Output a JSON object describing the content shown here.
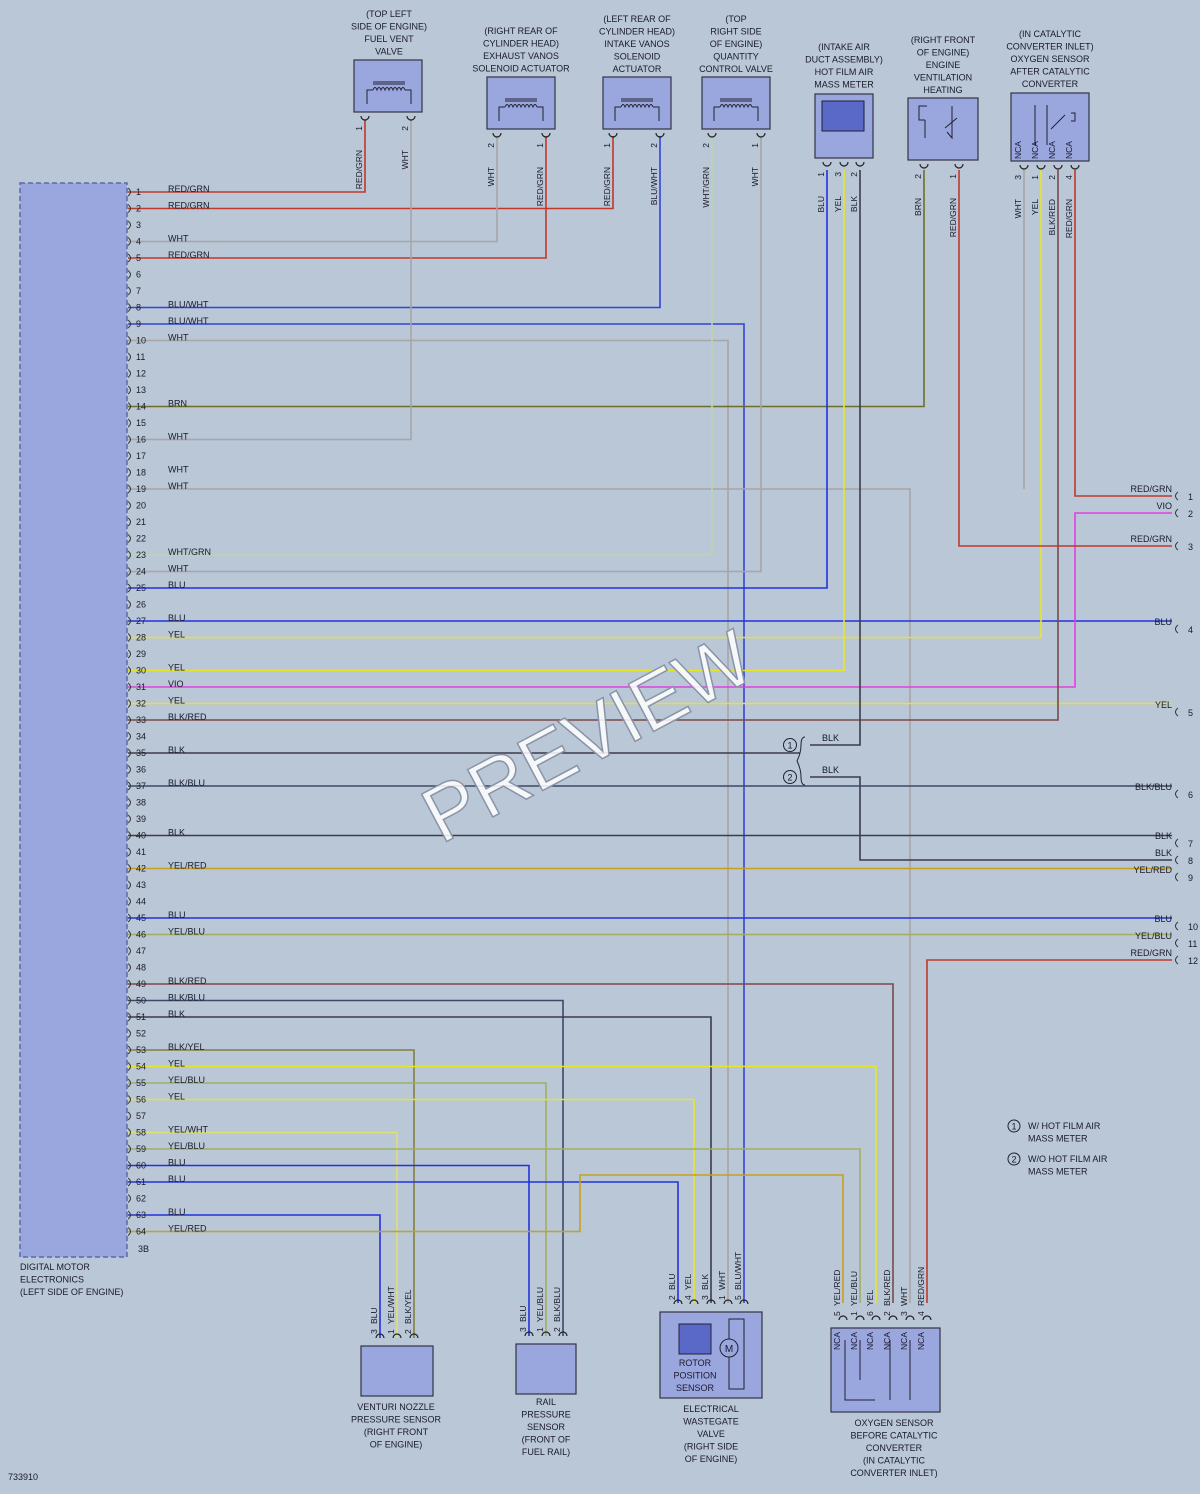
{
  "ecu": {
    "label": [
      "DIGITAL MOTOR",
      "ELECTRONICS",
      "(LEFT SIDE OF ENGINE)"
    ],
    "pin_label": "3B"
  },
  "diagram_id": "733910",
  "watermark": "PREVIEW",
  "colors": {
    "RED/GRN": "#c0392b",
    "BLU/WHT": "#3344d6",
    "WHT": "#ffffff",
    "BRN": "#6f6f2a",
    "WHT/GRN": "#b8d6b0",
    "BLU": "#2233dd",
    "YEL": "#e6e627",
    "VIO": "#e040e0",
    "BLK/RED": "#7a4a4a",
    "BLK": "#3c3c4a",
    "BLK/BLU": "#3c4a6a",
    "YEL/RED": "#c8a020",
    "YEL/BLU": "#a0b060",
    "BLK/YEL": "#808040",
    "YEL/WHT": "#e0e070",
    "GRY": "#a6a6a6"
  },
  "ecu_pins": [
    {
      "pin": "1",
      "wire": "RED/GRN"
    },
    {
      "pin": "2",
      "wire": "RED/GRN"
    },
    {
      "pin": "3",
      "wire": ""
    },
    {
      "pin": "4",
      "wire": "WHT"
    },
    {
      "pin": "5",
      "wire": "RED/GRN"
    },
    {
      "pin": "6",
      "wire": ""
    },
    {
      "pin": "7",
      "wire": ""
    },
    {
      "pin": "8",
      "wire": "BLU/WHT"
    },
    {
      "pin": "9",
      "wire": "BLU/WHT"
    },
    {
      "pin": "10",
      "wire": "WHT"
    },
    {
      "pin": "11",
      "wire": ""
    },
    {
      "pin": "12",
      "wire": ""
    },
    {
      "pin": "13",
      "wire": ""
    },
    {
      "pin": "14",
      "wire": "BRN"
    },
    {
      "pin": "15",
      "wire": ""
    },
    {
      "pin": "16",
      "wire": "WHT"
    },
    {
      "pin": "17",
      "wire": ""
    },
    {
      "pin": "18",
      "wire": "WHT"
    },
    {
      "pin": "19",
      "wire": "WHT"
    },
    {
      "pin": "20",
      "wire": ""
    },
    {
      "pin": "21",
      "wire": ""
    },
    {
      "pin": "22",
      "wire": ""
    },
    {
      "pin": "23",
      "wire": "WHT/GRN"
    },
    {
      "pin": "24",
      "wire": "WHT"
    },
    {
      "pin": "25",
      "wire": "BLU"
    },
    {
      "pin": "26",
      "wire": ""
    },
    {
      "pin": "27",
      "wire": "BLU"
    },
    {
      "pin": "28",
      "wire": "YEL"
    },
    {
      "pin": "29",
      "wire": ""
    },
    {
      "pin": "30",
      "wire": "YEL"
    },
    {
      "pin": "31",
      "wire": "VIO"
    },
    {
      "pin": "32",
      "wire": "YEL"
    },
    {
      "pin": "33",
      "wire": "BLK/RED"
    },
    {
      "pin": "34",
      "wire": ""
    },
    {
      "pin": "35",
      "wire": "BLK"
    },
    {
      "pin": "36",
      "wire": ""
    },
    {
      "pin": "37",
      "wire": "BLK/BLU"
    },
    {
      "pin": "38",
      "wire": ""
    },
    {
      "pin": "39",
      "wire": ""
    },
    {
      "pin": "40",
      "wire": "BLK"
    },
    {
      "pin": "41",
      "wire": ""
    },
    {
      "pin": "42",
      "wire": "YEL/RED"
    },
    {
      "pin": "43",
      "wire": ""
    },
    {
      "pin": "44",
      "wire": ""
    },
    {
      "pin": "45",
      "wire": "BLU"
    },
    {
      "pin": "46",
      "wire": "YEL/BLU"
    },
    {
      "pin": "47",
      "wire": ""
    },
    {
      "pin": "48",
      "wire": ""
    },
    {
      "pin": "49",
      "wire": "BLK/RED"
    },
    {
      "pin": "50",
      "wire": "BLK/BLU"
    },
    {
      "pin": "51",
      "wire": "BLK"
    },
    {
      "pin": "52",
      "wire": ""
    },
    {
      "pin": "53",
      "wire": "BLK/YEL"
    },
    {
      "pin": "54",
      "wire": "YEL"
    },
    {
      "pin": "55",
      "wire": "YEL/BLU"
    },
    {
      "pin": "56",
      "wire": "YEL"
    },
    {
      "pin": "57",
      "wire": ""
    },
    {
      "pin": "58",
      "wire": "YEL/WHT"
    },
    {
      "pin": "59",
      "wire": "YEL/BLU"
    },
    {
      "pin": "60",
      "wire": "BLU"
    },
    {
      "pin": "61",
      "wire": "BLU"
    },
    {
      "pin": "62",
      "wire": ""
    },
    {
      "pin": "63",
      "wire": "BLU"
    },
    {
      "pin": "64",
      "wire": "YEL/RED"
    }
  ],
  "right_connector": [
    {
      "pin": "1",
      "wire": "RED/GRN"
    },
    {
      "pin": "2",
      "wire": "VIO"
    },
    {
      "pin": "3",
      "wire": "RED/GRN"
    },
    {
      "pin": "4",
      "wire": "BLU"
    },
    {
      "pin": "5",
      "wire": "YEL"
    },
    {
      "pin": "6",
      "wire": "BLK/BLU"
    },
    {
      "pin": "7",
      "wire": "BLK"
    },
    {
      "pin": "8",
      "wire": "BLK"
    },
    {
      "pin": "9",
      "wire": "YEL/RED"
    },
    {
      "pin": "10",
      "wire": "BLU"
    },
    {
      "pin": "11",
      "wire": "YEL/BLU"
    },
    {
      "pin": "12",
      "wire": "RED/GRN"
    }
  ],
  "splice": {
    "items": [
      {
        "marker": "1",
        "wire": "BLK"
      },
      {
        "marker": "2",
        "wire": "BLK"
      }
    ]
  },
  "legend": [
    {
      "marker": "1",
      "text": [
        "W/ HOT FILM AIR",
        "MASS METER"
      ]
    },
    {
      "marker": "2",
      "text": [
        "W/O HOT FILM AIR",
        "MASS METER"
      ]
    }
  ],
  "components_top": [
    {
      "id": "fuel-vent-valve",
      "label": [
        "(TOP LEFT",
        "SIDE OF ENGINE)",
        "FUEL VENT",
        "VALVE"
      ],
      "pins": [
        {
          "pin": "1",
          "wire": "RED/GRN"
        },
        {
          "pin": "2",
          "wire": "WHT"
        }
      ]
    },
    {
      "id": "exhaust-vanos",
      "label": [
        "(RIGHT REAR OF",
        "CYLINDER HEAD)",
        "EXHAUST VANOS",
        "SOLENOID ACTUATOR"
      ],
      "pins": [
        {
          "pin": "2",
          "wire": "WHT"
        },
        {
          "pin": "1",
          "wire": "RED/GRN"
        }
      ]
    },
    {
      "id": "intake-vanos",
      "label": [
        "(LEFT REAR OF",
        "CYLINDER HEAD)",
        "INTAKE VANOS",
        "SOLENOID",
        "ACTUATOR"
      ],
      "pins": [
        {
          "pin": "1",
          "wire": "RED/GRN"
        },
        {
          "pin": "2",
          "wire": "BLU/WHT"
        }
      ]
    },
    {
      "id": "quantity-control-valve",
      "label": [
        "(TOP",
        "RIGHT SIDE",
        "OF ENGINE)",
        "QUANTITY",
        "CONTROL VALVE"
      ],
      "pins": [
        {
          "pin": "2",
          "wire": "WHT/GRN"
        },
        {
          "pin": "1",
          "wire": "WHT"
        }
      ]
    },
    {
      "id": "hot-film-air-mass-meter",
      "label": [
        "(INTAKE AIR",
        "DUCT ASSEMBLY)",
        "HOT FILM AIR",
        "MASS METER"
      ],
      "pins": [
        {
          "pin": "1",
          "wire": "BLU"
        },
        {
          "pin": "3",
          "wire": "YEL"
        },
        {
          "pin": "2",
          "wire": "BLK"
        }
      ]
    },
    {
      "id": "engine-ventilation-heating",
      "label": [
        "(RIGHT FRONT",
        "OF ENGINE)",
        "ENGINE",
        "VENTILATION",
        "HEATING"
      ],
      "pins": [
        {
          "pin": "2",
          "wire": "BRN"
        },
        {
          "pin": "1",
          "wire": "RED/GRN"
        }
      ]
    },
    {
      "id": "oxygen-sensor-after",
      "label": [
        "(IN CATALYTIC",
        "CONVERTER INLET)",
        "OXYGEN SENSOR",
        "AFTER CATALYTIC",
        "CONVERTER"
      ],
      "nca": [
        "NCA",
        "NCA",
        "NCA",
        "NCA"
      ],
      "pins": [
        {
          "pin": "3",
          "wire": "WHT"
        },
        {
          "pin": "1",
          "wire": "YEL"
        },
        {
          "pin": "2",
          "wire": "BLK/RED"
        },
        {
          "pin": "4",
          "wire": "RED/GRN"
        }
      ]
    }
  ],
  "components_bottom": [
    {
      "id": "venturi-nozzle-pressure-sensor",
      "label": [
        "VENTURI NOZZLE",
        "PRESSURE SENSOR",
        "(RIGHT FRONT",
        "OF ENGINE)"
      ],
      "pins": [
        {
          "pin": "3",
          "wire": "BLU"
        },
        {
          "pin": "1",
          "wire": "YEL/WHT"
        },
        {
          "pin": "2",
          "wire": "BLK/YEL"
        }
      ]
    },
    {
      "id": "rail-pressure-sensor",
      "label": [
        "RAIL",
        "PRESSURE",
        "SENSOR",
        "(FRONT OF",
        "FUEL RAIL)"
      ],
      "pins": [
        {
          "pin": "3",
          "wire": "BLU"
        },
        {
          "pin": "1",
          "wire": "YEL/BLU"
        },
        {
          "pin": "2",
          "wire": "BLK/BLU"
        }
      ]
    },
    {
      "id": "electrical-wastegate-valve",
      "label": [
        "ELECTRICAL",
        "WASTEGATE",
        "VALVE",
        "(RIGHT SIDE",
        "OF ENGINE)"
      ],
      "inner": [
        "ROTOR",
        "POSITION",
        "SENSOR"
      ],
      "motor": "M",
      "pins": [
        {
          "pin": "2",
          "wire": "BLU"
        },
        {
          "pin": "4",
          "wire": "YEL"
        },
        {
          "pin": "3",
          "wire": "BLK"
        },
        {
          "pin": "1",
          "wire": "WHT"
        },
        {
          "pin": "5",
          "wire": "BLU/WHT"
        }
      ]
    },
    {
      "id": "oxygen-sensor-before",
      "label": [
        "OXYGEN SENSOR",
        "BEFORE CATALYTIC",
        "CONVERTER",
        "(IN CATALYTIC",
        "CONVERTER INLET)"
      ],
      "nca": [
        "NCA",
        "NCA",
        "NCA",
        "NCA",
        "NCA",
        "NCA"
      ],
      "pins": [
        {
          "pin": "5",
          "wire": "YEL/RED"
        },
        {
          "pin": "1",
          "wire": "YEL/BLU"
        },
        {
          "pin": "6",
          "wire": "YEL"
        },
        {
          "pin": "2",
          "wire": "BLK/RED"
        },
        {
          "pin": "3",
          "wire": "WHT"
        },
        {
          "pin": "4",
          "wire": "RED/GRN"
        }
      ]
    }
  ]
}
